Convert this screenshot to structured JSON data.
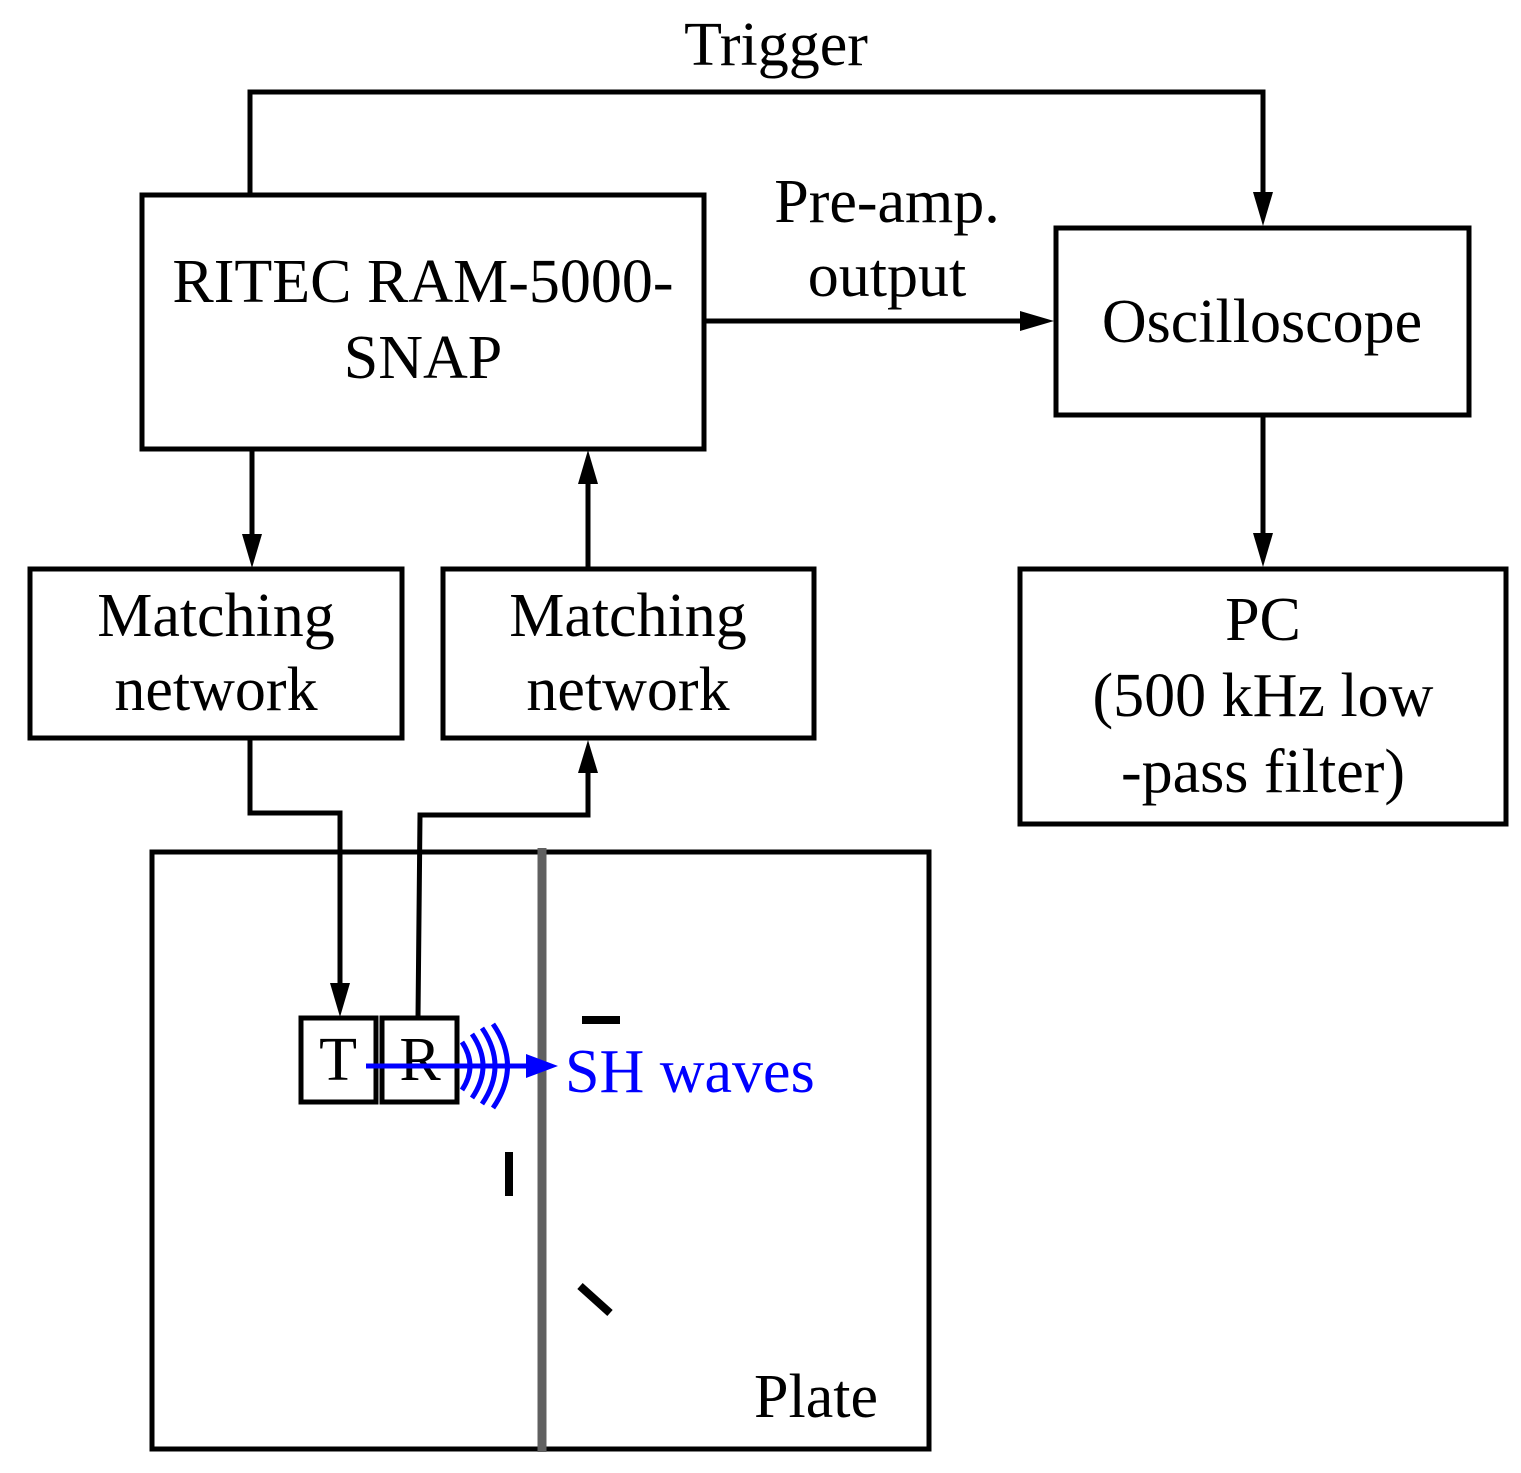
{
  "colors": {
    "line": "#000000",
    "weld_line": "#606060",
    "wave": "#0000ff",
    "background": "#ffffff"
  },
  "signals": {
    "trigger": "Trigger",
    "preamp_line1": "Pre-amp.",
    "preamp_line2": "output"
  },
  "blocks": {
    "ritec_line1": "RITEC RAM-5000-",
    "ritec_line2": "SNAP",
    "oscilloscope": "Oscilloscope",
    "matching_left_line1": "Matching",
    "matching_left_line2": "network",
    "matching_right_line1": "Matching",
    "matching_right_line2": "network",
    "pc_line1": "PC",
    "pc_line2": "(500 kHz low",
    "pc_line3": "-pass filter)"
  },
  "plate": {
    "label": "Plate",
    "transmitter": "T",
    "receiver": "R",
    "wave_label": "SH waves"
  }
}
